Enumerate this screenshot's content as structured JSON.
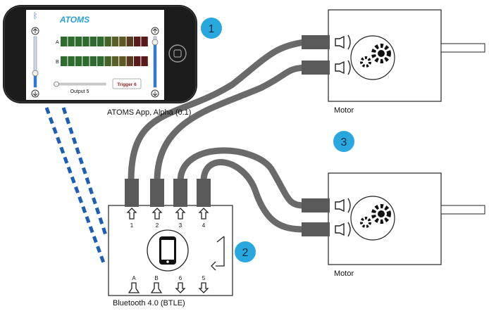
{
  "phone": {
    "logo": "ATOMS",
    "row_a_label": "A",
    "row_b_label": "B",
    "slider_label": "Output 5",
    "trigger_button": "Trigger 6",
    "caption": "ATOMS App, Alpha (0.1)"
  },
  "badges": [
    "1",
    "2",
    "3"
  ],
  "motors": [
    {
      "label": "Motor"
    },
    {
      "label": "Motor"
    }
  ],
  "hub": {
    "caption": "Bluetooth 4.0 (BTLE)",
    "top_ports": [
      "1",
      "2",
      "3",
      "4"
    ],
    "bottom_ports": [
      "A",
      "B",
      "6",
      "5"
    ]
  },
  "colors": {
    "cable": "#6a6a6a",
    "connector": "#5a5a5a",
    "badge": "#29a8e0",
    "bluetooth_link": "#1d5fb4",
    "phone_body": "#1c1c1c",
    "meter_green": "#2e6b2e",
    "meter_red": "#5a1a1a"
  }
}
